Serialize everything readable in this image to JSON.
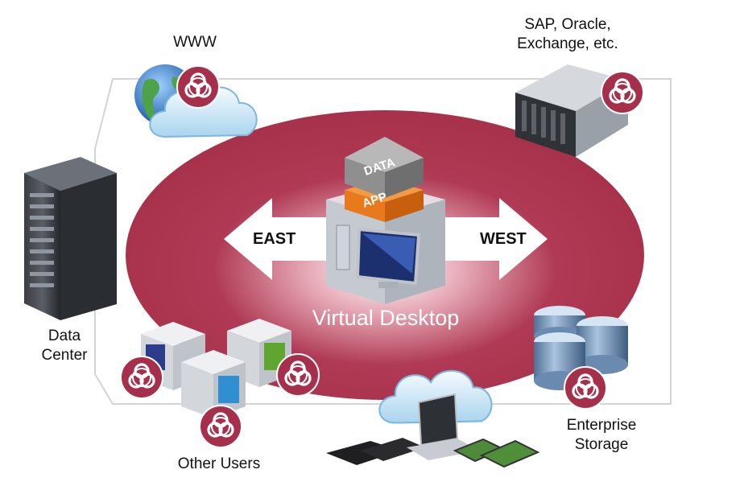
{
  "center": {
    "title": "Virtual Desktop",
    "stack_top": "DATA",
    "stack_mid": "APP"
  },
  "arrows": {
    "left": "EAST",
    "right": "WEST"
  },
  "labels": {
    "www": "WWW",
    "apps_line1": "SAP, Oracle,",
    "apps_line2": "Exchange, etc.",
    "datacenter_line1": "Data",
    "datacenter_line2": "Center",
    "other_users": "Other Users",
    "storage_line1": "Enterprise",
    "storage_line2": "Storage"
  },
  "colors": {
    "ellipse": "#a8304a",
    "badge": "#a6304c",
    "cube_orange": "#e8791c",
    "cube_gray": "#8a8a8a"
  },
  "icons": [
    "globe-icon",
    "cloud-icon",
    "biohazard-icon",
    "server-icon",
    "rack-icon",
    "database-icon",
    "laptop-icon",
    "tablet-icon",
    "monitor-icon"
  ]
}
